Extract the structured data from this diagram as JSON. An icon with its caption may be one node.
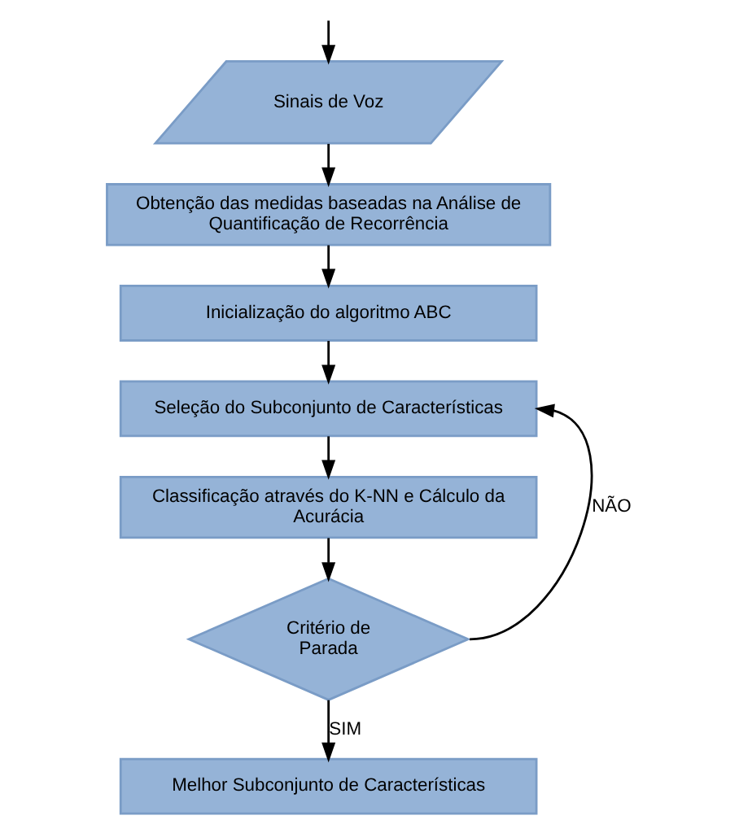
{
  "diagram": {
    "nodes": [
      {
        "text": [
          "Sinais de Voz"
        ]
      },
      {
        "text": [
          "Obtenção das medidas baseadas na Análise de Quantificação de Recorrência"
        ]
      },
      {
        "text": [
          "Inicialização do algoritmo ABC"
        ]
      },
      {
        "text": [
          "Seleção do Subconjunto de Características"
        ]
      },
      {
        "text": [
          "Classificação através do K-NN e Cálculo da Acurácia"
        ]
      },
      {
        "text": [
          "Critério de Parada"
        ]
      },
      {
        "text": [
          "Melhor Subconjunto de Características"
        ]
      }
    ],
    "edges": [
      {
        "from": null,
        "to": 0,
        "arrow": "to"
      },
      {
        "from": 0,
        "to": 1,
        "arrow": "to"
      },
      {
        "from": 1,
        "to": 2,
        "arrow": "to"
      },
      {
        "from": 2,
        "to": 3,
        "arrow": "to"
      },
      {
        "from": 3,
        "to": 4,
        "arrow": "to"
      },
      {
        "from": 4,
        "to": 5,
        "arrow": "to"
      },
      {
        "from": 5,
        "to": 6,
        "label": "SIM",
        "arrow": "to"
      },
      {
        "from": 5,
        "to": 3,
        "label": "NÃO",
        "arrow": "to"
      }
    ]
  }
}
